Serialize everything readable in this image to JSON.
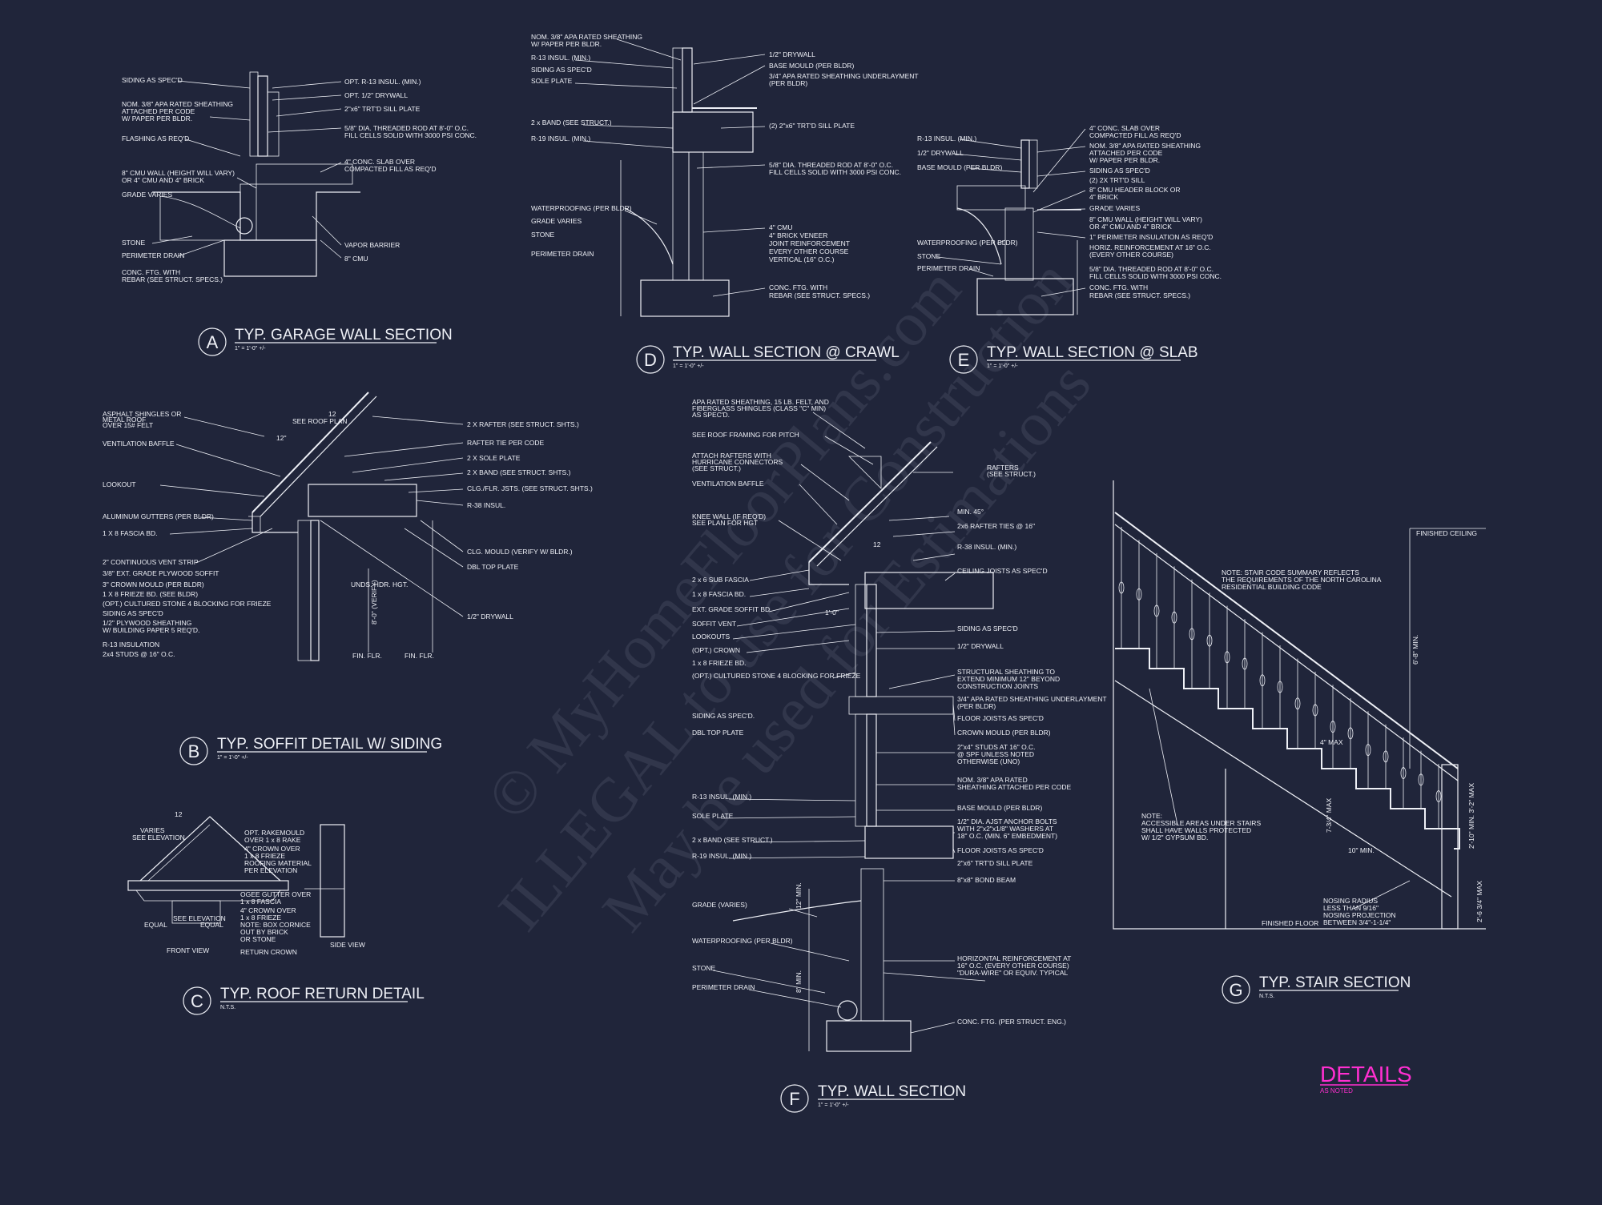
{
  "sheet": {
    "title": "DETAILS",
    "scale": "AS NOTED",
    "background": "#20253a",
    "ink": "#eef0f6",
    "accent": "#ff2fd0"
  },
  "watermark": {
    "lines": [
      "© MyHomeFloorPlans.com",
      "ILLEGAL to use for Construction",
      "May be used for Estimations"
    ]
  },
  "details": {
    "A": {
      "letter": "A",
      "title": "TYP. GARAGE WALL SECTION",
      "scale": "1\" = 1'-0\" +/-",
      "notes_left": [
        "SIDING AS SPEC'D",
        "NOM. 3/8\" APA RATED SHEATHING",
        "ATTACHED PER CODE",
        "W/ PAPER PER BLDR.",
        "FLASHING AS REQ'D",
        "8\" CMU WALL (HEIGHT WILL VARY)",
        "OR 4\" CMU AND 4\" BRICK",
        "GRADE VARIES",
        "STONE",
        "PERIMETER DRAIN",
        "CONC. FTG. WITH",
        "REBAR (SEE STRUCT. SPECS.)"
      ],
      "notes_right": [
        "OPT. R-13 INSUL. (MIN.)",
        "OPT. 1/2\" DRYWALL",
        "2\"x6\" TRT'D SILL PLATE",
        "5/8\" DIA. THREADED ROD AT 8'-0\" O.C.",
        "FILL CELLS SOLID WITH 3000 PSI CONC.",
        "4\" CONC. SLAB OVER",
        "COMPACTED FILL AS REQ'D",
        "VAPOR BARRIER",
        "8\" CMU"
      ]
    },
    "D": {
      "letter": "D",
      "title": "TYP. WALL SECTION @ CRAWL",
      "scale": "1\" = 1'-0\" +/-",
      "notes_left": [
        "NOM. 3/8\" APA RATED SHEATHING",
        "W/ PAPER PER BLDR.",
        "R-13 INSUL. (MIN.)",
        "SIDING AS SPEC'D",
        "SOLE PLATE",
        "2 x BAND (SEE STRUCT.)",
        "R-19 INSUL. (MIN.)",
        "WATERPROOFING (PER BLDR)",
        "GRADE VARIES",
        "STONE",
        "PERIMETER DRAIN"
      ],
      "notes_right": [
        "1/2\" DRYWALL",
        "BASE MOULD (PER BLDR)",
        "3/4\" APA RATED SHEATHING UNDERLAYMENT",
        "(PER BLDR)",
        "(2) 2\"x6\" TRT'D SILL PLATE",
        "5/8\" DIA. THREADED ROD AT 8'-0\" O.C.",
        "FILL CELLS SOLID WITH 3000 PSI CONC.",
        "4\" CMU",
        "4\" BRICK VENEER",
        "JOINT REINFORCEMENT",
        "EVERY OTHER COURSE",
        "VERTICAL (16\" O.C.)",
        "CONC. FTG. WITH",
        "REBAR (SEE STRUCT. SPECS.)"
      ]
    },
    "E": {
      "letter": "E",
      "title": "TYP. WALL SECTION @ SLAB",
      "scale": "1\" = 1'-0\" +/-",
      "notes_left": [
        "R-13 INSUL. (MIN.)",
        "1/2\" DRYWALL",
        "BASE MOULD (PER BLDR)",
        "WATERPROOFING (PER BLDR)",
        "STONE",
        "PERIMETER DRAIN"
      ],
      "notes_right": [
        "4\" CONC. SLAB OVER",
        "COMPACTED FILL AS REQ'D",
        "NOM. 3/8\" APA RATED SHEATHING",
        "ATTACHED PER CODE",
        "W/ PAPER PER BLDR.",
        "SIDING AS SPEC'D",
        "(2) 2X TRT'D SILL",
        "8\" CMU HEADER BLOCK OR",
        "4\" BRICK",
        "GRADE VARIES",
        "8\" CMU WALL (HEIGHT WILL VARY)",
        "OR 4\" CMU AND 4\" BRICK",
        "1\" PERIMETER INSULATION AS REQ'D",
        "HORIZ. REINFORCEMENT AT 16\" O.C.",
        "(EVERY OTHER COURSE)",
        "5/8\" DIA. THREADED ROD AT 8'-0\" O.C.",
        "FILL CELLS SOLID WITH 3000 PSI CONC.",
        "CONC. FTG. WITH",
        "REBAR (SEE STRUCT. SPECS.)"
      ]
    },
    "B": {
      "letter": "B",
      "title": "TYP. SOFFIT DETAIL W/ SIDING",
      "scale": "1\" = 1'-0\" +/-",
      "notes_left": [
        "ASPHALT SHINGLES OR",
        "METAL ROOF",
        "OVER 15# FELT",
        "VENTILATION BAFFLE",
        "LOOKOUT",
        "ALUMINUM GUTTERS (PER BLDR)",
        "1 X 8 FASCIA BD.",
        "2\" CONTINUOUS VENT STRIP",
        "3/8\" EXT. GRADE PLYWOOD SOFFIT",
        "3\" CROWN MOULD (PER BLDR)",
        "1 X 8 FRIEZE BD. (SEE BLDR)",
        "(OPT.) CULTURED STONE 4 BLOCKING FOR FRIEZE",
        "SIDING AS SPEC'D",
        "1/2\" PLYWOOD SHEATHING",
        "W/ BUILDING PAPER 5 REQ'D.",
        "R-13 INSULATION",
        "2x4 STUDS @ 16\" O.C."
      ],
      "notes_right": [
        "SEE ROOF PLAN",
        "2 X RAFTER (SEE STRUCT. SHTS.)",
        "RAFTER TIE PER CODE",
        "2 X SOLE PLATE",
        "2 X BAND (SEE STRUCT. SHTS.)",
        "CLG./FLR. JSTS. (SEE STRUCT. SHTS.)",
        "R-38 INSUL.",
        "CLG. MOULD (VERIFY W/ BLDR.)",
        "DBL TOP PLATE",
        "1/2\" DRYWALL"
      ],
      "dims": [
        "12\"",
        "12",
        "UNDS. HDR. HGT.",
        "8'-0\" (VERIFY)",
        "FIN. FLR.",
        "FIN. FLR."
      ]
    },
    "C": {
      "letter": "C",
      "title": "TYP. ROOF RETURN DETAIL",
      "scale": "N.T.S.",
      "notes_left": [
        "VARIES",
        "SEE ELEVATION"
      ],
      "notes_right": [
        "OPT. RAKEMOULD",
        "OVER 1 x 8 RAKE",
        "4\" CROWN OVER",
        "1 x 8 FRIEZE",
        "ROOFING MATERIAL",
        "PER ELEVATION",
        "OGEE GUTTER OVER",
        "1 x 8 FASCIA",
        "4\" CROWN OVER",
        "1 x 8 FRIEZE",
        "NOTE: BOX CORNICE",
        "OUT BY BRICK",
        "OR STONE",
        "RETURN CROWN"
      ],
      "dims": [
        "12",
        "EQUAL",
        "SEE ELEVATION",
        "EQUAL"
      ],
      "views": [
        "FRONT VIEW",
        "SIDE VIEW"
      ]
    },
    "F": {
      "letter": "F",
      "title": "TYP. WALL SECTION",
      "scale": "1\" = 1'-0\" +/-",
      "notes_left": [
        "APA RATED SHEATHING, 15 LB. FELT, AND",
        "FIBERGLASS SHINGLES (CLASS \"C\" MIN)",
        "AS SPEC'D.",
        "SEE ROOF FRAMING FOR PITCH",
        "ATTACH RAFTERS WITH",
        "HURRICANE CONNECTORS",
        "(SEE STRUCT.)",
        "VENTILATION BAFFLE",
        "KNEE WALL (IF REQ'D)",
        "SEE PLAN FOR HGT",
        "2 x 6  SUB FASCIA",
        "1 x 8  FASCIA BD.",
        "EXT. GRADE SOFFIT BD.",
        "SOFFIT VENT",
        "LOOKOUTS",
        "(OPT.) CROWN",
        "1 x 8 FRIEZE BD.",
        "(OPT.) CULTURED STONE 4 BLOCKING FOR FRIEZE",
        "SIDING AS SPEC'D.",
        "DBL TOP PLATE",
        "R-13 INSUL. (MIN.)",
        "SOLE PLATE",
        "2 x BAND (SEE STRUCT.)",
        "R-19 INSUL. (MIN.)",
        "GRADE (VARIES)",
        "WATERPROOFING (PER BLDR)",
        "STONE",
        "PERIMETER DRAIN"
      ],
      "notes_right": [
        "RAFTERS",
        "(SEE STRUCT.)",
        "MIN. 45°",
        "2x6 RAFTER TIES @ 16\"",
        "R-38 INSUL. (MIN.)",
        "CEILING JOISTS AS SPEC'D",
        "SIDING AS SPEC'D",
        "1/2\" DRYWALL",
        "STRUCTURAL SHEATHING TO",
        "EXTEND MINIMUM 12\" BEYOND",
        "CONSTRUCTION JOINTS",
        "3/4\" APA RATED SHEATHING UNDERLAYMENT",
        "(PER BLDR)",
        "FLOOR JOISTS AS SPEC'D",
        "CROWN MOULD (PER BLDR)",
        "2\"x4\" STUDS AT 16\" O.C.",
        "@ SPF UNLESS NOTED",
        "OTHERWISE (UNO)",
        "NOM. 3/8\" APA RATED",
        "SHEATHING ATTACHED PER CODE",
        "BASE MOULD (PER BLDR)",
        "1/2\" DIA. AJST ANCHOR BOLTS",
        "WITH 2\"x2\"x1/8\" WASHERS AT",
        "18\" O.C. (MIN. 6\" EMBEDMENT)",
        "FLOOR JOISTS AS SPEC'D",
        "2\"x6\" TRT'D SILL PLATE",
        "8\"x8\" BOND BEAM",
        "HORIZONTAL REINFORCEMENT AT",
        "16\" O.C. (EVERY OTHER COURSE)",
        "\"DURA-WIRE\" OR EQUIV. TYPICAL",
        "CONC. FTG. (PER STRUCT. ENG.)"
      ],
      "dims": [
        "12",
        "1'-0\"",
        "12\" MIN.",
        "8\" MIN."
      ]
    },
    "G": {
      "letter": "G",
      "title": "TYP. STAIR SECTION",
      "scale": "N.T.S.",
      "notes": [
        "FINISHED CEILING",
        "NOTE: STAIR CODE SUMMARY REFLECTS",
        "THE REQUIREMENTS OF THE NORTH CAROLINA",
        "RESIDENTIAL BUILDING CODE",
        "NOTE:",
        "ACCESSIBLE AREAS UNDER STAIRS",
        "SHALL HAVE WALLS PROTECTED",
        "W/ 1/2\" GYPSUM BD.",
        "NOSING RADIUS",
        "LESS THAN 9/16\"",
        "NOSING PROJECTION",
        "BETWEEN 3/4\"-1-1/4\"",
        "FINISHED FLOOR"
      ],
      "dims": [
        "6'-8\" MIN.",
        "4\" MAX",
        "7-3/4\" MAX",
        "10\" MIN.",
        "2'-10\" MIN. 3'-2\" MAX",
        "2'-6 3/4\" MAX"
      ]
    }
  }
}
